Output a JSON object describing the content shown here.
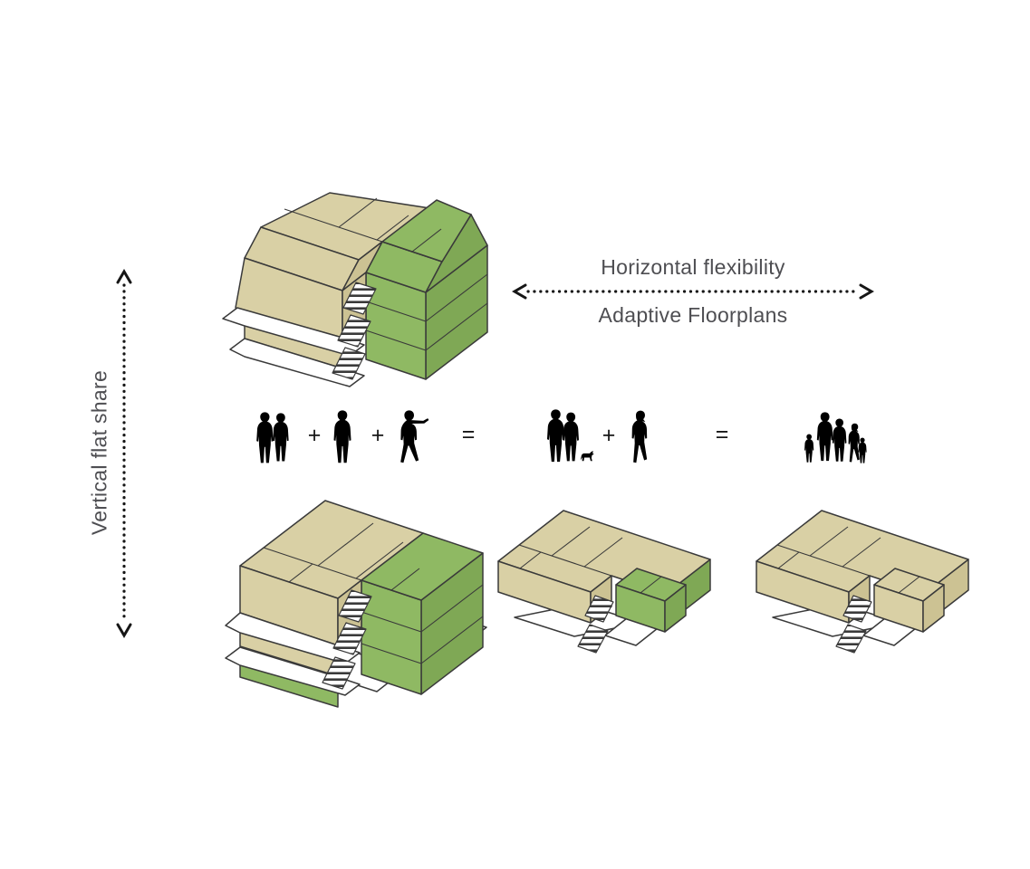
{
  "colors": {
    "background": "#ffffff",
    "tan": "#d9d0a5",
    "tan_dark": "#ccc293",
    "green": "#8fb963",
    "green_dark": "#7fa855",
    "outline": "#3a3a3a",
    "ink": "#161616",
    "text": "#4e4e52"
  },
  "labels": {
    "horizontal_axis_top": "Horizontal flexibility",
    "horizontal_axis_bottom": "Adaptive Floorplans",
    "vertical_axis": "Vertical flat share"
  },
  "equation": {
    "ops": [
      "+",
      "+",
      "=",
      "+",
      "="
    ]
  },
  "icons": {
    "people_groups": [
      "couple-icon",
      "single-person-icon",
      "walking-person-icon",
      "family-with-dog-icon",
      "walking-woman-icon",
      "large-family-group-icon"
    ],
    "arrows": [
      "horizontal-dotted-double-arrow",
      "vertical-dotted-double-arrow"
    ]
  },
  "buildings": {
    "top_left": "three-storey-vertical-flat-share",
    "bottom_left": "three-storey-shared-building",
    "bottom_middle": "one-storey-two-flats",
    "bottom_right": "one-storey-single-flat"
  }
}
